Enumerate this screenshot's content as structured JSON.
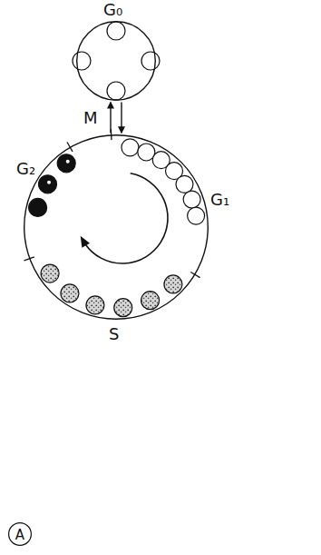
{
  "diagram": {
    "nodes": [
      {
        "text": [
          "G₀"
        ]
      },
      {
        "text": [
          "M",
          "G₂",
          "G₁",
          "S"
        ]
      },
      {
        "text": [
          "A"
        ]
      }
    ],
    "edges": [
      {
        "from": 1,
        "to": 0,
        "arrow": "to"
      },
      {
        "from": 0,
        "to": 1,
        "arrow": "to"
      }
    ]
  }
}
